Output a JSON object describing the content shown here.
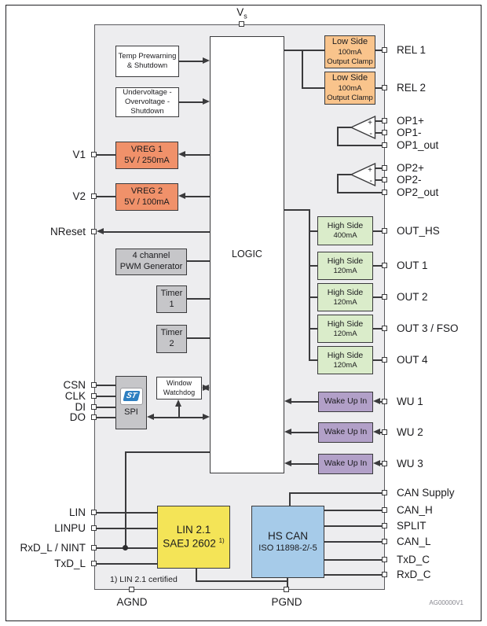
{
  "figure": {
    "footnote": "1) LIN 2.1 certified",
    "code": "AG00000V1"
  },
  "colors": {
    "chip_bg": "#ededef",
    "line": "#3a3a3c",
    "vreg": "#f0916a",
    "low_side": "#f9c48c",
    "high_side": "#daecca",
    "wake_up": "#b2a0c8",
    "gray_block": "#c6c6c9",
    "lin": "#f4e457",
    "hs_can": "#a6cbe9",
    "st_logo_blue": "#2e7fc1"
  },
  "pins": {
    "top": {
      "base": "V",
      "sub": "s"
    },
    "left": [
      "V1",
      "V2",
      "NReset",
      "CSN",
      "CLK",
      "DI",
      "DO",
      "LIN",
      "LINPU",
      "RxD_L / NINT",
      "TxD_L"
    ],
    "right": [
      "REL 1",
      "REL 2",
      "OP1+",
      "OP1-",
      "OP1_out",
      "OP2+",
      "OP2-",
      "OP2_out",
      "OUT_HS",
      "OUT 1",
      "OUT 2",
      "OUT 3 / FSO",
      "OUT 4",
      "WU 1",
      "WU 2",
      "WU 3",
      "CAN Supply",
      "CAN_H",
      "SPLIT",
      "CAN_L",
      "TxD_C",
      "RxD_C"
    ],
    "bottom": [
      "AGND",
      "PGND"
    ]
  },
  "blocks": {
    "logic": {
      "label": "LOGIC"
    },
    "temp_prewarning": {
      "line1": "Temp Prewarning",
      "line2": "& Shutdown"
    },
    "undervoltage": {
      "line1": "Undervoltage -",
      "line2": "Overvoltage -",
      "line3": "Shutdown"
    },
    "vreg1": {
      "title": "VREG 1",
      "subtitle": "5V / 250mA"
    },
    "vreg2": {
      "title": "VREG 2",
      "subtitle": "5V / 100mA"
    },
    "pwm": {
      "line1": "4 channel",
      "line2": "PWM Generator"
    },
    "timer1": {
      "line1": "Timer",
      "line2": "1"
    },
    "timer2": {
      "line1": "Timer",
      "line2": "2"
    },
    "spi": {
      "label": "SPI",
      "logo": "ST"
    },
    "window_watchdog": {
      "line1": "Window",
      "line2": "Watchdog"
    },
    "low_side": [
      {
        "title": "Low Side",
        "current": "100mA",
        "clamp": "Output Clamp"
      },
      {
        "title": "Low Side",
        "current": "100mA",
        "clamp": "Output Clamp"
      }
    ],
    "opamp": {
      "plus": "+",
      "minus": "-"
    },
    "high_side": [
      {
        "title": "High Side",
        "current": "400mA"
      },
      {
        "title": "High Side",
        "current": "120mA"
      },
      {
        "title": "High Side",
        "current": "120mA"
      },
      {
        "title": "High Side",
        "current": "120mA"
      },
      {
        "title": "High Side",
        "current": "120mA"
      }
    ],
    "wake_up": [
      "Wake Up In",
      "Wake Up In",
      "Wake Up In"
    ],
    "lin": {
      "title": "LIN 2.1",
      "subtitle": "SAEJ 2602",
      "sup": "1)"
    },
    "hs_can": {
      "title": "HS CAN",
      "subtitle": "ISO 11898-2/-5"
    }
  }
}
